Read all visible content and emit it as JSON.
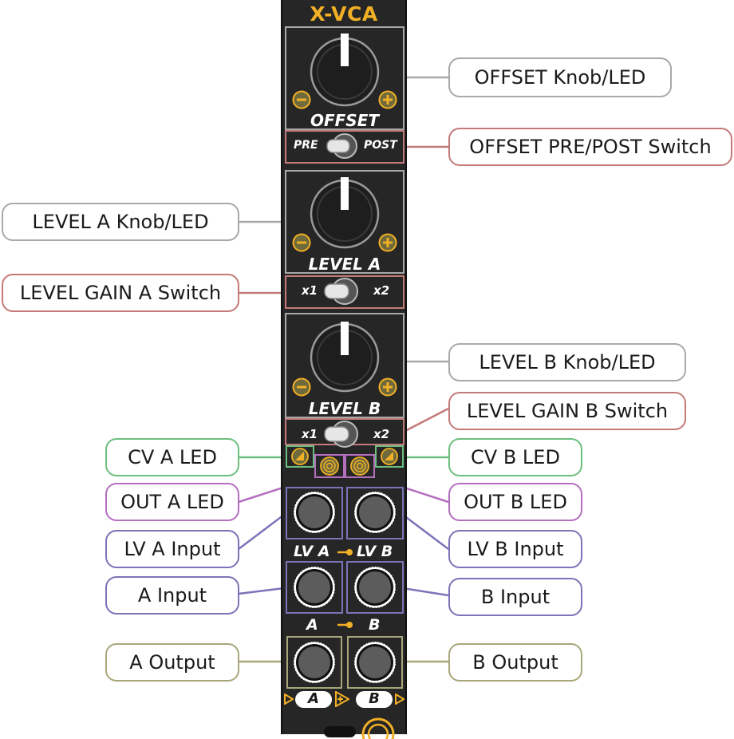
{
  "module": {
    "title": "X-VCA",
    "knobs": [
      {
        "id": "offset",
        "label": "OFFSET"
      },
      {
        "id": "level-a",
        "label": "LEVEL A"
      },
      {
        "id": "level-b",
        "label": "LEVEL B"
      }
    ],
    "switches": [
      {
        "id": "offset-prepost",
        "left": "PRE",
        "right": "POST"
      },
      {
        "id": "gain-a",
        "left": "x1",
        "right": "x2"
      },
      {
        "id": "gain-b",
        "left": "x1",
        "right": "x2"
      }
    ],
    "jack_labels": {
      "lv_a": "LV A",
      "lv_b": "LV B",
      "a": "A",
      "b": "B",
      "out_a": "A",
      "out_b": "B"
    },
    "colors": {
      "panel": "#262626",
      "accent": "#f2b025",
      "knob_box": "#a9a9a9",
      "switch_box": "#c47a7a",
      "cv_led": "#6dbf7e",
      "out_led": "#b46fbf",
      "input": "#7a74b8",
      "output": "#a7a77a"
    }
  },
  "callouts": {
    "offset_knob": "OFFSET Knob/LED",
    "offset_switch": "OFFSET PRE/POST Switch",
    "level_a_knob": "LEVEL A Knob/LED",
    "gain_a_switch": "LEVEL GAIN A Switch",
    "level_b_knob": "LEVEL B Knob/LED",
    "gain_b_switch": "LEVEL GAIN B Switch",
    "cv_a_led": "CV A LED",
    "cv_b_led": "CV B LED",
    "out_a_led": "OUT A LED",
    "out_b_led": "OUT B LED",
    "lv_a_input": "LV A Input",
    "lv_b_input": "LV B Input",
    "a_input": "A Input",
    "b_input": "B Input",
    "a_output": "A Output",
    "b_output": "B Output"
  }
}
